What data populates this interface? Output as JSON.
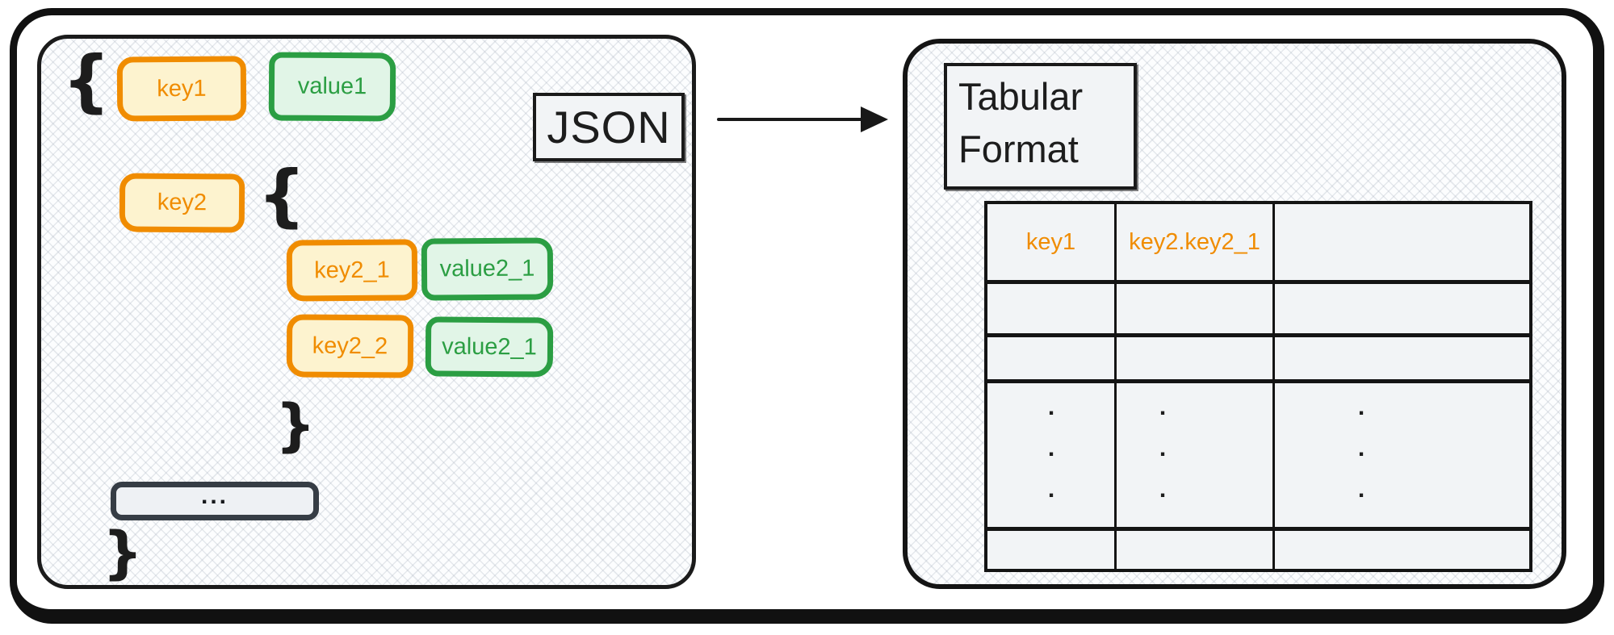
{
  "left_panel": {
    "label": "JSON",
    "brace_open_root": "{",
    "brace_open_nested": "{",
    "brace_close_nested": "}",
    "brace_close_root": "}",
    "ellipsis": "...",
    "pairs": [
      {
        "key": "key1",
        "value": "value1"
      },
      {
        "key": "key2"
      },
      {
        "key": "key2_1",
        "value": "value2_1"
      },
      {
        "key": "key2_2",
        "value": "value2_1"
      }
    ]
  },
  "arrow": {
    "direction": "right"
  },
  "right_panel": {
    "label": "Tabular Format",
    "table": {
      "headers": [
        "key1",
        "key2.key2_1",
        ""
      ],
      "rows": [
        [
          "",
          "",
          ""
        ],
        [
          "",
          "",
          ""
        ]
      ],
      "dots_row": [
        "...",
        "...",
        "..."
      ],
      "footer_rows": [
        [
          "",
          "",
          ""
        ]
      ]
    }
  },
  "colors": {
    "key_text": "#f08c00",
    "key_border": "#f08c00",
    "key_fill": "#fdf3cf",
    "value_text": "#2b9e43",
    "value_border": "#2b9e43",
    "value_fill": "#e1f5e7",
    "stroke": "#1b1b1b",
    "cell_fill": "#f2f4f6"
  }
}
